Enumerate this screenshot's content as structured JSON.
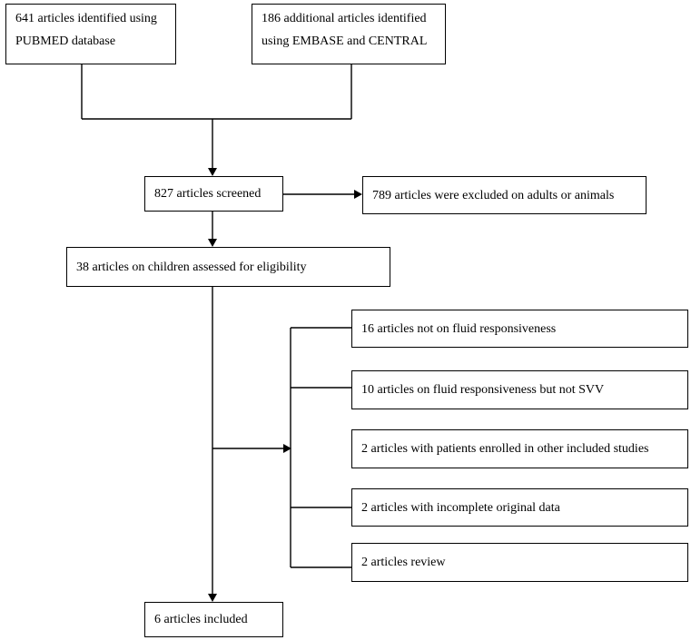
{
  "flow": {
    "pubmed": [
      "641 articles identified using",
      "PUBMED database"
    ],
    "other_sources": [
      "186 additional articles identified",
      "using EMBASE and CENTRAL"
    ],
    "screened": "827 articles screened",
    "excluded_screen": "789 articles were excluded on adults or animals",
    "eligibility": "38 articles on children assessed for eligibility",
    "exclusions": [
      "16 articles not on fluid responsiveness",
      "10 articles on fluid responsiveness but not SVV",
      "2 articles with patients enrolled in other included studies",
      "2 articles with incomplete original data",
      "2 articles review"
    ],
    "included": "6 articles included"
  }
}
